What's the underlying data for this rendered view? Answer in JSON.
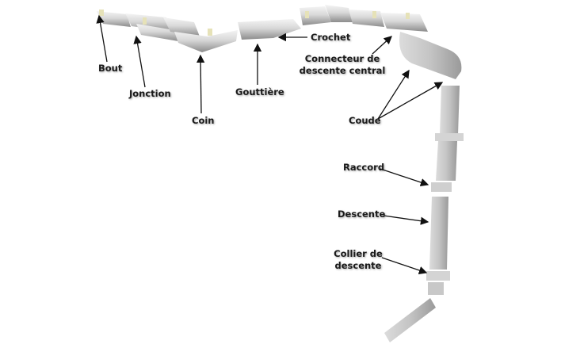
{
  "labels": {
    "bout": "Bout",
    "jonction": "Jonction",
    "coin": "Coin",
    "gouttiere": "Gouttière",
    "crochet": "Crochet",
    "connecteur_line1": "Connecteur de",
    "connecteur_line2": "descente central",
    "coude": "Coude",
    "raccord": "Raccord",
    "descente": "Descente",
    "collier_line1": "Collier de",
    "collier_line2": "descente"
  }
}
